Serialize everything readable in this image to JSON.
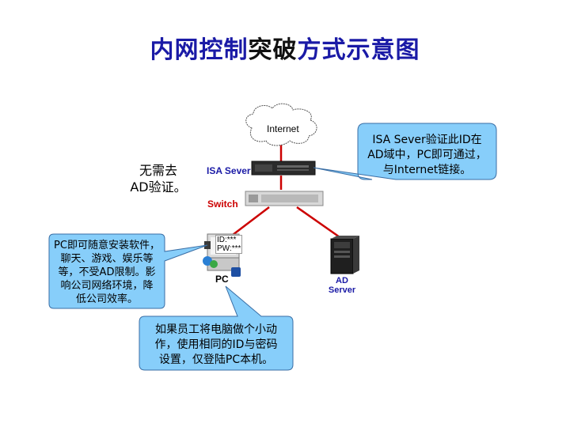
{
  "title": {
    "part1": "内网控制",
    "part2": "突破",
    "part3": "方式示意图"
  },
  "nodes": {
    "internet": "Internet",
    "isa": "ISA Sever",
    "switch": "Switch",
    "pc": "PC",
    "ad_line1": "AD",
    "ad_line2": "Server",
    "id_text": "ID:***",
    "pw_text": "PW:***"
  },
  "callouts": {
    "top_left": [
      "无需去",
      "AD验证。"
    ],
    "top_right": [
      "ISA Sever验证此ID在",
      "AD域中，PC即可通过，",
      "与Internet链接。"
    ],
    "mid_left": [
      "PC即可随意安装软件，",
      "聊天、游戏、娱乐等",
      "等，不受AD限制。影",
      "响公司网络环境，降",
      "低公司效率。"
    ],
    "bottom": [
      "如果员工将电脑做个小动",
      "作，使用相同的ID与密码",
      "设置，仅登陆PC本机。"
    ]
  },
  "colors": {
    "title": "#1a1aa6",
    "callout_fill": "#87cefa",
    "link_line": "#cc0000"
  }
}
